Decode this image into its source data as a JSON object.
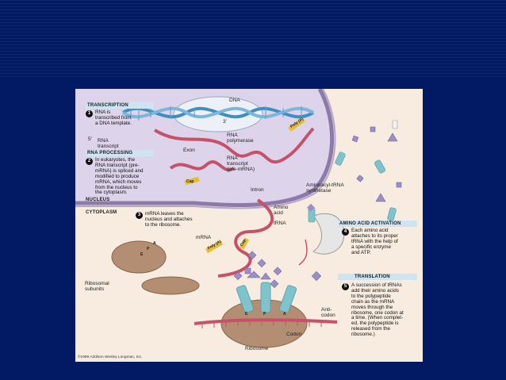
{
  "sections": {
    "transcription": "TRANSCRIPTION",
    "rna_processing": "RNA PROCESSING",
    "nucleus": "NUCLEUS",
    "cytoplasm": "CYTOPLASM",
    "amino_acid_activation": "AMINO ACID ACTIVATION",
    "translation": "TRANSLATION"
  },
  "steps": [
    {
      "number": "1",
      "text": "RNA is\ntranscribed from\na DNA template."
    },
    {
      "number": "2",
      "text": "In eukaryotes, the\nRNA transcript (pre-\nmRNA) is spliced and\nmodified to produce\nmRNA, which moves\nfrom the nucleus to\nthe cytoplasm."
    },
    {
      "number": "3",
      "text": "mRNA leaves the\nnucleus and attaches\nto the ribosome."
    },
    {
      "number": "4",
      "text": "Each amino acid\nattaches to its proper\ntRNA with the help of\na specific enzyme\nand ATP."
    },
    {
      "number": "5",
      "text": "A succession of tRNAs\nadd their amino acids\nto the polypeptide\nchain as the mRNA\nmoves through the\nribosome, one codon at\na time. (When complet-\ned, the polypeptide is\nreleased from the\nribosome.)"
    }
  ],
  "labels": {
    "dna": "DNA",
    "three_prime": "3'",
    "five_prime": "5'",
    "rna_polymerase": "RNA\npolymerase",
    "rna_transcript": "RNA\ntranscript",
    "exon": "Exon",
    "rna_transcript_pre": "RNA\ntranscript\n(pre-mRNA)",
    "intron": "Intron",
    "cap": "Cap",
    "poly_a": "Poly (A)",
    "aminoacyl_trna_synthetase": "Aminoacyl-tRNA\nsynthetase",
    "amino_acid": "Amino\nacid",
    "trna": "tRNA",
    "mrna": "mRNA",
    "ribosomal_subunits": "Ribosomal\nsubunits",
    "anticodon": "Anti-\ncodon",
    "codon": "Codon",
    "ribosome": "Ribosome",
    "site_e": "E",
    "site_p": "P",
    "site_a": "A"
  },
  "copyright": "©1999 Addison Wesley Longman, Inc.",
  "colors": {
    "background": "#021a63",
    "panel": "#f7ecdf",
    "nucleus": "#ddd3eb",
    "membrane": "#8e7aa8",
    "mrna": "#c8516a",
    "trna": "#7fc4cc",
    "ribosome": "#b48e72",
    "header_box": "#cfe4f3",
    "poly_a_tag": "#e8bd2e"
  }
}
